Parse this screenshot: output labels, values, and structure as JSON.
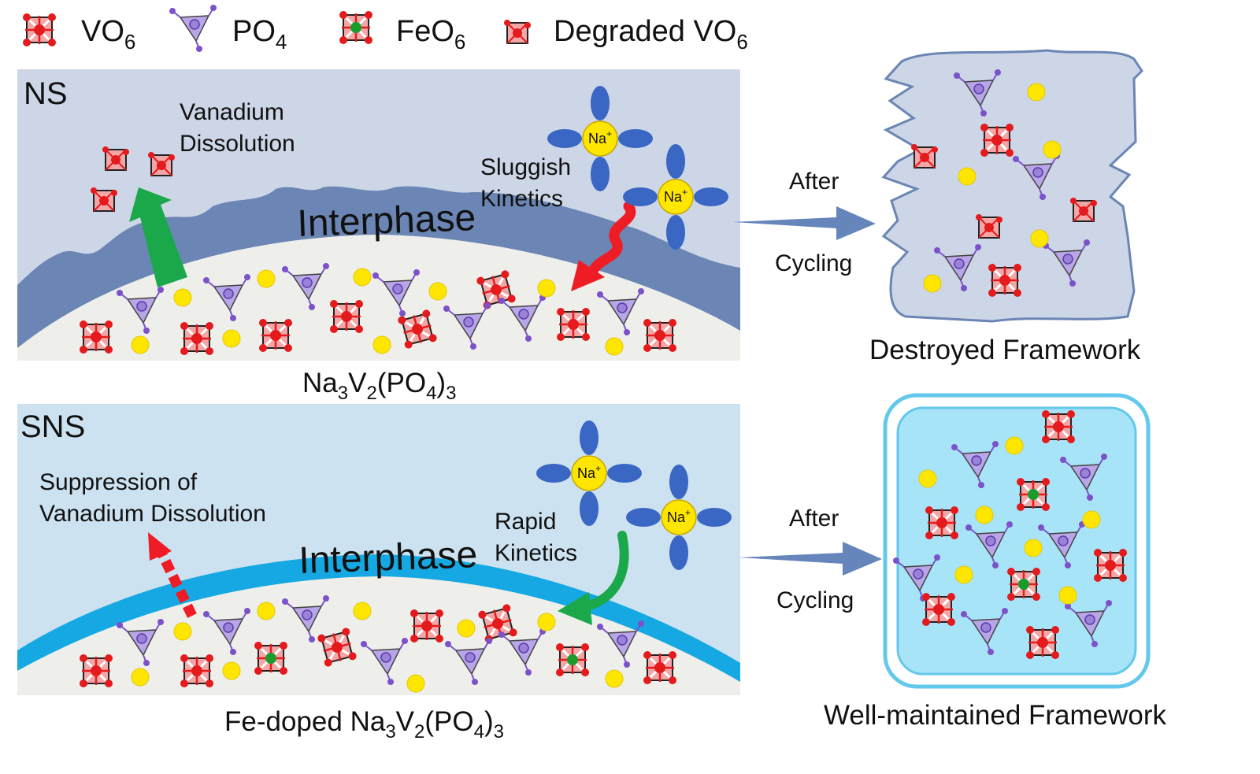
{
  "legend": {
    "vo6": {
      "base": "VO",
      "sub": "6"
    },
    "po4": {
      "base": "PO",
      "sub": "4"
    },
    "feo6": {
      "base": "FeO",
      "sub": "6"
    },
    "degraded": {
      "base": "Degraded VO",
      "sub": "6"
    }
  },
  "top_panel": {
    "tag": "NS",
    "dissolution": {
      "line1": "Vanadium",
      "line2": "Dissolution"
    },
    "kinetics": {
      "line1": "Sluggish",
      "line2": "Kinetics"
    },
    "interphase": "Interphase",
    "material": {
      "p1": "Na",
      "s1": "3",
      "p2": "V",
      "s2": "2",
      "p3": "(PO",
      "s3": "4",
      "p4": ")",
      "s4": "3"
    },
    "after": "After",
    "cycling": "Cycling",
    "result": "Destroyed Framework"
  },
  "bottom_panel": {
    "tag": "SNS",
    "dissolution": {
      "line1": "Suppression of",
      "line2": "Vanadium Dissolution"
    },
    "kinetics": {
      "line1": "Rapid",
      "line2": "Kinetics"
    },
    "interphase": "Interphase",
    "material": {
      "p0": "Fe-doped ",
      "p1": "Na",
      "s1": "3",
      "p2": "V",
      "s2": "2",
      "p3": "(PO",
      "s3": "4",
      "p4": ")",
      "s4": "3"
    },
    "after": "After",
    "cycling": "Cycling",
    "result": "Well-maintained Framework"
  },
  "ion": {
    "base": "Na",
    "sup": "+"
  },
  "colors": {
    "vo6_fill": "#f4a6a6",
    "vo6_node": "#e41a1c",
    "po4_fill": "#b9a6e8",
    "po4_node": "#7b52c9",
    "fe_center": "#1a9c2c",
    "na_dot": "#ffe600",
    "solvent": "#3a66c4",
    "ns_bg": "#cdd6e6",
    "ns_interphase": "#6b86b4",
    "sns_bg": "#cde2f0",
    "sns_interphase": "#15a8e2",
    "cathode": "#eeeeea",
    "arrow_green": "#1aa84a",
    "arrow_red": "#ee1c24",
    "arrow_blue": "#6585bb"
  }
}
